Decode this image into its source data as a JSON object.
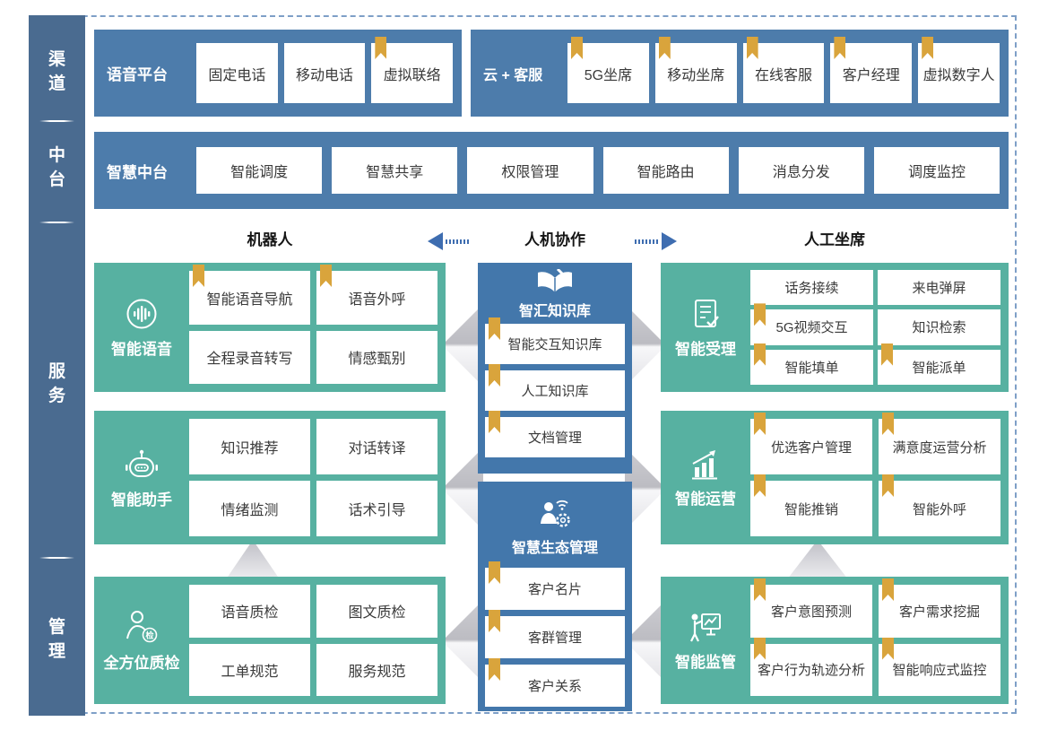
{
  "colors": {
    "row_blue": "#4d7cab",
    "middle_blue": "#4377ab",
    "sidebar_blue": "#4a6b90",
    "teal": "#57b1a1",
    "bookmark_gold": "#d9a43c",
    "arrow_blue": "#3e6db0",
    "frame_dash": "#7e9fc7"
  },
  "sidebar": {
    "items": [
      {
        "label": "渠道"
      },
      {
        "label": "中台"
      },
      {
        "label": "服务"
      },
      {
        "label": "管理"
      }
    ]
  },
  "top_row": {
    "voice_platform": {
      "title": "语音平台",
      "items": [
        {
          "label": "固定电话",
          "bookmark": false
        },
        {
          "label": "移动电话",
          "bookmark": false
        },
        {
          "label": "虚拟联络",
          "bookmark": true
        }
      ]
    },
    "cloud_service": {
      "title": "云 + 客服",
      "items": [
        {
          "label": "5G坐席",
          "bookmark": true
        },
        {
          "label": "移动坐席",
          "bookmark": true
        },
        {
          "label": "在线客服",
          "bookmark": true
        },
        {
          "label": "客户经理",
          "bookmark": true
        },
        {
          "label": "虚拟数字人",
          "bookmark": true
        }
      ]
    }
  },
  "middle_platform": {
    "title": "智慧中台",
    "items": [
      {
        "label": "智能调度",
        "bookmark": false
      },
      {
        "label": "智慧共享",
        "bookmark": false
      },
      {
        "label": "权限管理",
        "bookmark": false
      },
      {
        "label": "智能路由",
        "bookmark": false
      },
      {
        "label": "消息分发",
        "bookmark": false
      },
      {
        "label": "调度监控",
        "bookmark": false
      }
    ]
  },
  "collaboration": {
    "left": "机器人",
    "center": "人机协作",
    "right": "人工坐席"
  },
  "left_column": [
    {
      "title": "智能语音",
      "icon": "voice-icon",
      "items": [
        {
          "label": "智能语音导航",
          "bookmark": true
        },
        {
          "label": "语音外呼",
          "bookmark": true
        },
        {
          "label": "全程录音转写",
          "bookmark": false
        },
        {
          "label": "情感甄别",
          "bookmark": false
        }
      ]
    },
    {
      "title": "智能助手",
      "icon": "robot-icon",
      "items": [
        {
          "label": "知识推荐",
          "bookmark": false
        },
        {
          "label": "对话转译",
          "bookmark": false
        },
        {
          "label": "情绪监测",
          "bookmark": false
        },
        {
          "label": "话术引导",
          "bookmark": false
        }
      ]
    },
    {
      "title": "全方位质检",
      "icon": "inspector-icon",
      "items": [
        {
          "label": "语音质检",
          "bookmark": false
        },
        {
          "label": "图文质检",
          "bookmark": false
        },
        {
          "label": "工单规范",
          "bookmark": false
        },
        {
          "label": "服务规范",
          "bookmark": false
        }
      ]
    }
  ],
  "middle_column": [
    {
      "title": "智汇知识库",
      "icon": "knowledge-book-icon",
      "items": [
        {
          "label": "智能交互知识库",
          "bookmark": true
        },
        {
          "label": "人工知识库",
          "bookmark": true
        },
        {
          "label": "文档管理",
          "bookmark": true
        }
      ]
    },
    {
      "title": "智慧生态管理",
      "icon": "eco-person-icon",
      "items": [
        {
          "label": "客户名片",
          "bookmark": true
        },
        {
          "label": "客群管理",
          "bookmark": true
        },
        {
          "label": "客户关系",
          "bookmark": true
        }
      ]
    }
  ],
  "right_column": [
    {
      "title": "智能受理",
      "icon": "document-check-icon",
      "items": [
        {
          "label": "话务接续",
          "bookmark": false
        },
        {
          "label": "来电弹屏",
          "bookmark": false
        },
        {
          "label": "5G视频交互",
          "bookmark": true
        },
        {
          "label": "知识检索",
          "bookmark": false
        },
        {
          "label": "智能填单",
          "bookmark": true
        },
        {
          "label": "智能派单",
          "bookmark": true
        }
      ]
    },
    {
      "title": "智能运营",
      "icon": "chart-icon",
      "items": [
        {
          "label": "优选客户管理",
          "bookmark": true
        },
        {
          "label": "满意度运营分析",
          "bookmark": true
        },
        {
          "label": "智能推销",
          "bookmark": true
        },
        {
          "label": "智能外呼",
          "bookmark": true
        }
      ]
    },
    {
      "title": "智能监管",
      "icon": "monitor-icon",
      "items": [
        {
          "label": "客户意图预测",
          "bookmark": true
        },
        {
          "label": "客户需求挖掘",
          "bookmark": true
        },
        {
          "label": "客户行为轨迹分析",
          "bookmark": true
        },
        {
          "label": "智能响应式监控",
          "bookmark": true
        }
      ]
    }
  ]
}
